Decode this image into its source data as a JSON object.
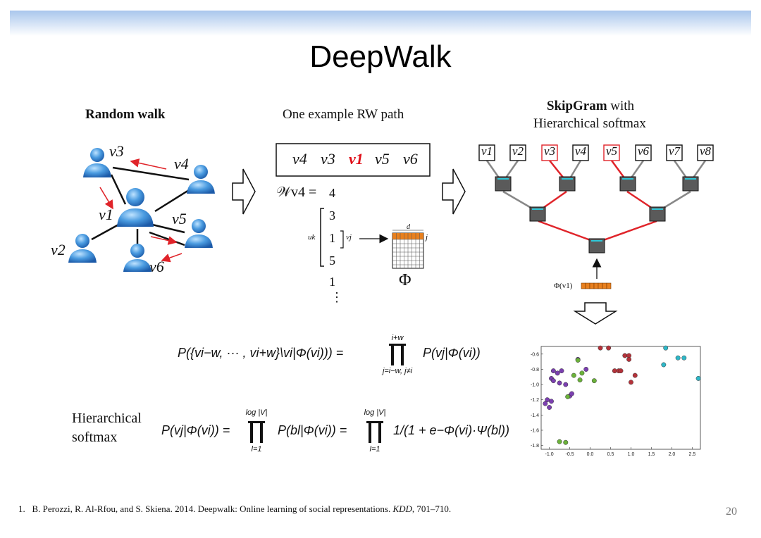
{
  "slide": {
    "title": "DeepWalk",
    "page_number": "20"
  },
  "random_walk": {
    "heading": "Random walk",
    "nodes": [
      "v3",
      "v4",
      "v1",
      "v5",
      "v2",
      "v6"
    ]
  },
  "rw_path": {
    "heading": "One example RW path",
    "sequence": [
      "v4",
      "v3",
      "v1",
      "v5",
      "v6"
    ],
    "highlight": "v1",
    "highlight_color": "#e0101a",
    "w_label": "𝒲v4 =",
    "column": [
      "4",
      "3",
      "1",
      "5",
      "1",
      "⋮"
    ],
    "uk_label": "uk",
    "vj_label": "vj",
    "d_label": "d",
    "j_label": "j",
    "phi_label": "Φ"
  },
  "skipgram": {
    "heading_bold": "SkipGram",
    "heading_rest": " with",
    "heading_line2": "Hierarchical softmax",
    "leaves": [
      "v1",
      "v2",
      "v3",
      "v4",
      "v5",
      "v6",
      "v7",
      "v8"
    ],
    "highlighted_leaves": [
      "v3",
      "v5"
    ],
    "input_label": "Φ(v1)",
    "path_color": "#e0242a",
    "node_color": "#5a5a5a",
    "embedding_color": "#e8801e"
  },
  "equations": {
    "eq1_lhs": "P({vi−w, ··· , vi+w}\\vi|Φ(vi))) =",
    "eq1_prod_top": "i+w",
    "eq1_prod_bottom": "j=i−w, j≠i",
    "eq1_rhs": "P(vj|Φ(vi))",
    "hs_label_line1": "Hierarchical",
    "hs_label_line2": "softmax",
    "eq2_lhs": "P(vj|Φ(vi)) =",
    "eq2_prod_top": "log |V|",
    "eq2_prod_bottom": "l=1",
    "eq2_mid": "P(bl|Φ(vi)) =",
    "eq2_prod2_top": "log |V|",
    "eq2_prod2_bottom": "l=1",
    "eq2_rhs": "1/(1 + e−Φ(vi)·Ψ(bl))"
  },
  "scatter": {
    "chart_data": {
      "type": "scatter",
      "xlim": [
        -1.2,
        2.7
      ],
      "ylim": [
        -1.85,
        -0.5
      ],
      "x_ticks": [
        "-1.0",
        "-0.5",
        "0.0",
        "0.5",
        "1.0",
        "1.5",
        "2.0",
        "2.5"
      ],
      "y_ticks": [
        "-0.6",
        "-0.8",
        "-1.0",
        "-1.2",
        "-1.4",
        "-1.6",
        "-1.8"
      ],
      "series": [
        {
          "color": "#7b3fb0",
          "points": [
            [
              -1.1,
              -1.25
            ],
            [
              -1.05,
              -1.2
            ],
            [
              -1.0,
              -1.3
            ],
            [
              -0.95,
              -1.22
            ],
            [
              -0.95,
              -0.92
            ],
            [
              -0.9,
              -0.82
            ],
            [
              -0.9,
              -0.95
            ],
            [
              -0.8,
              -0.85
            ],
            [
              -0.75,
              -0.98
            ],
            [
              -0.7,
              -0.82
            ],
            [
              -0.6,
              -1.0
            ],
            [
              -0.5,
              -1.15
            ],
            [
              -0.45,
              -1.12
            ],
            [
              -0.3,
              -0.67
            ],
            [
              -0.1,
              -0.8
            ]
          ]
        },
        {
          "color": "#6bb23a",
          "points": [
            [
              -0.75,
              -1.75
            ],
            [
              -0.6,
              -1.76
            ],
            [
              -0.55,
              -1.16
            ],
            [
              -0.4,
              -0.88
            ],
            [
              -0.3,
              -0.68
            ],
            [
              -0.25,
              -0.94
            ],
            [
              -0.2,
              -0.85
            ],
            [
              0.1,
              -0.95
            ]
          ]
        },
        {
          "color": "#b4323a",
          "points": [
            [
              0.25,
              -0.52
            ],
            [
              0.45,
              -0.52
            ],
            [
              0.6,
              -0.82
            ],
            [
              0.7,
              -0.82
            ],
            [
              0.75,
              -0.82
            ],
            [
              0.85,
              -0.62
            ],
            [
              0.95,
              -0.62
            ],
            [
              0.95,
              -0.67
            ],
            [
              1.0,
              -0.97
            ],
            [
              1.1,
              -0.88
            ]
          ]
        },
        {
          "color": "#2fb8c8",
          "points": [
            [
              1.8,
              -0.74
            ],
            [
              1.85,
              -0.52
            ],
            [
              2.15,
              -0.65
            ],
            [
              2.3,
              -0.65
            ],
            [
              2.65,
              -0.92
            ]
          ]
        }
      ]
    }
  },
  "footnote": {
    "number": "1.",
    "text_before": "B. Perozzi, R. Al-Rfou, and S. Skiena. 2014. Deepwalk: Online learning of social representations. ",
    "venue": "KDD",
    "text_after": ", 701–710."
  }
}
